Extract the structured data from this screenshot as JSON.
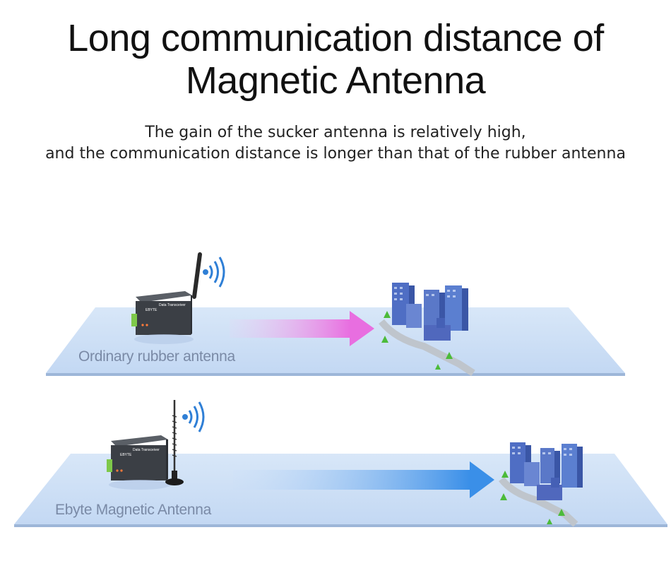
{
  "header": {
    "title_line1": "Long communication distance of",
    "title_line2": "Magnetic Antenna",
    "subtitle_line1": "The gain of the sucker antenna is relatively high,",
    "subtitle_line2": "and the communication distance is longer than that of the rubber antenna"
  },
  "scenes": [
    {
      "caption": "Ordinary rubber antenna",
      "antenna_type": "rubber-antenna",
      "arrow_color": "#e86ee0"
    },
    {
      "caption": "Ebyte Magnetic Antenna",
      "antenna_type": "magnetic-sucker-antenna",
      "arrow_color": "#3a8fe8"
    }
  ],
  "device": {
    "label": "Data Transceiver",
    "brand": "EBYTE"
  },
  "colors": {
    "plane": "#cfe0f6",
    "plane_edge": "#9db6d8",
    "wifi": "#2f7fd6",
    "building": "#5a78c8"
  }
}
